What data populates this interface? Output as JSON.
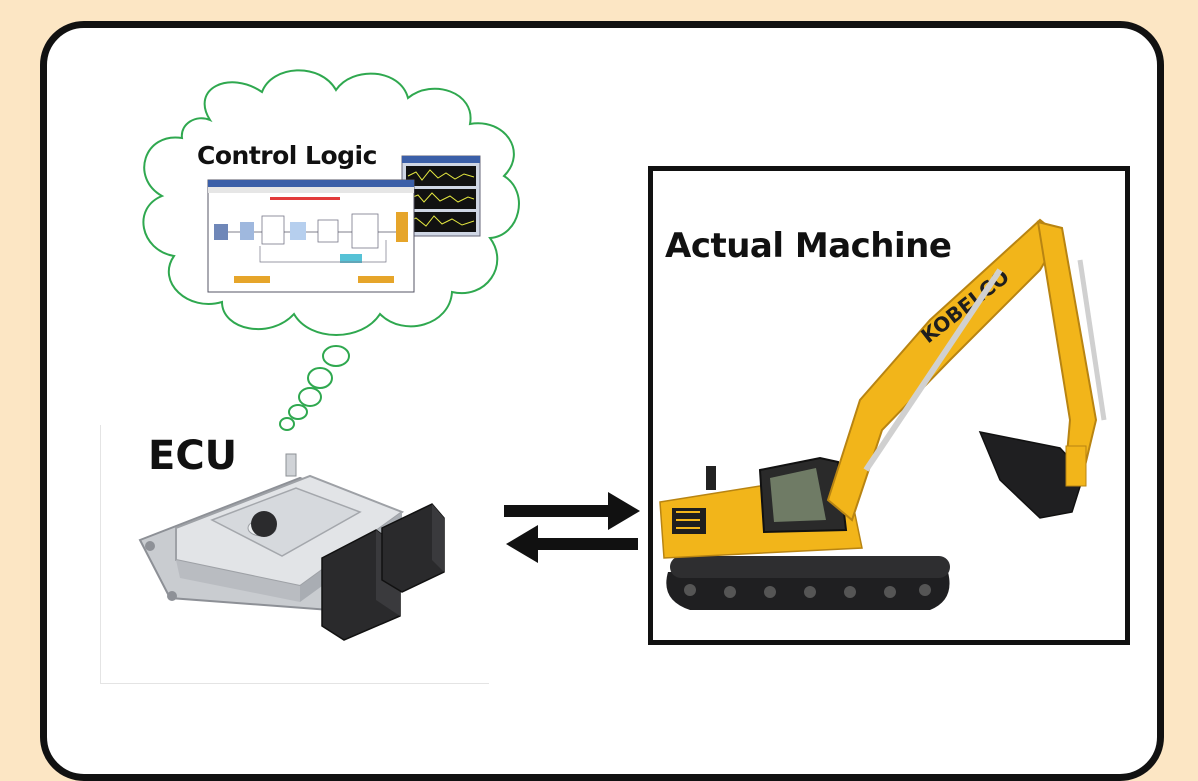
{
  "labels": {
    "control_logic": "Control Logic",
    "ecu": "ECU",
    "actual_machine": "Actual Machine",
    "excavator_brand": "KOBELCO"
  },
  "colors": {
    "page_background": "#fce6c4",
    "panel_background": "#ffffff",
    "panel_border": "#111111",
    "cloud_outline": "#2fa84f",
    "excavator_body": "#f2b51a",
    "excavator_dark": "#2a2a2a"
  },
  "arrows": [
    {
      "direction": "right",
      "from": "ECU",
      "to": "Actual Machine"
    },
    {
      "direction": "left",
      "from": "Actual Machine",
      "to": "ECU"
    }
  ]
}
